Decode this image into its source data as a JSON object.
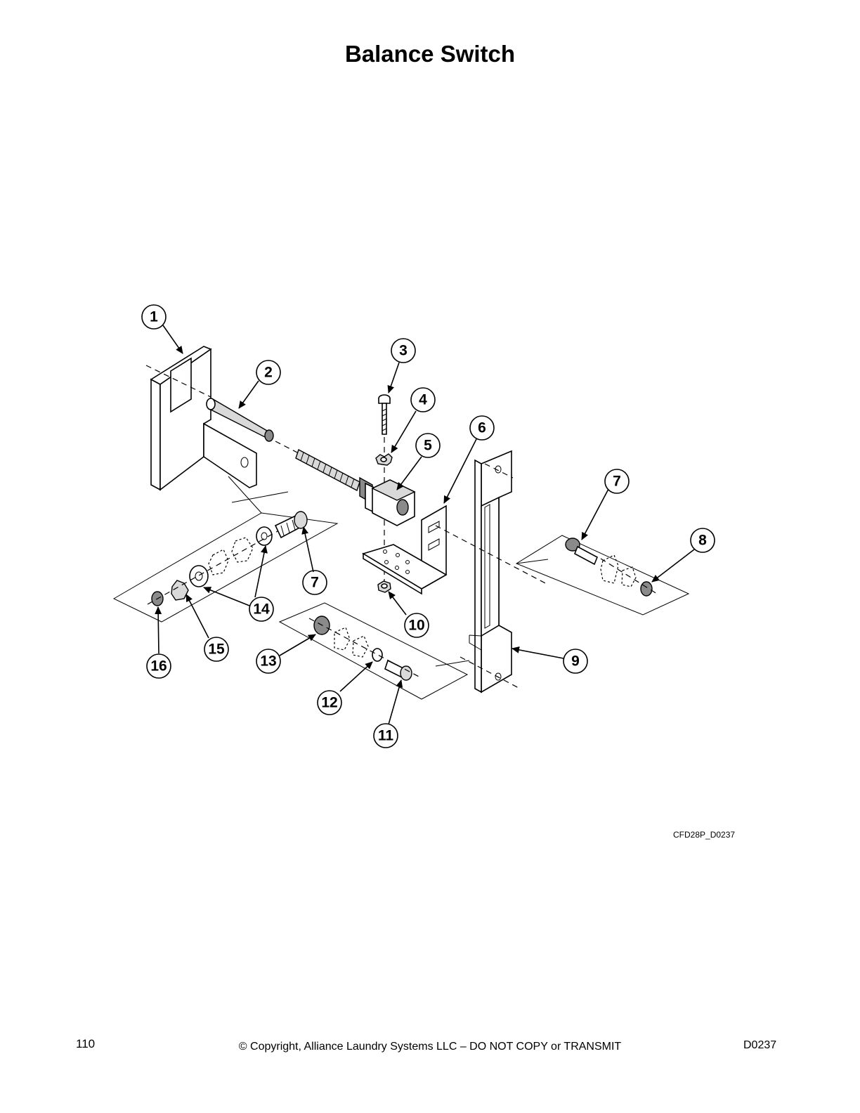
{
  "page": {
    "title": "Balance Switch",
    "drawing_id": "CFD28P_D0237",
    "footer": {
      "page_number": "110",
      "copyright": "© Copyright, Alliance Laundry Systems LLC – DO NOT COPY or TRANSMIT",
      "doc_code": "D0237"
    }
  },
  "callouts": [
    {
      "label": "1"
    },
    {
      "label": "2"
    },
    {
      "label": "3"
    },
    {
      "label": "4"
    },
    {
      "label": "5"
    },
    {
      "label": "6"
    },
    {
      "label": "7"
    },
    {
      "label": "8"
    },
    {
      "label": "7"
    },
    {
      "label": "10"
    },
    {
      "label": "14"
    },
    {
      "label": "15"
    },
    {
      "label": "16"
    },
    {
      "label": "13"
    },
    {
      "label": "12"
    },
    {
      "label": "11"
    },
    {
      "label": "9"
    }
  ]
}
